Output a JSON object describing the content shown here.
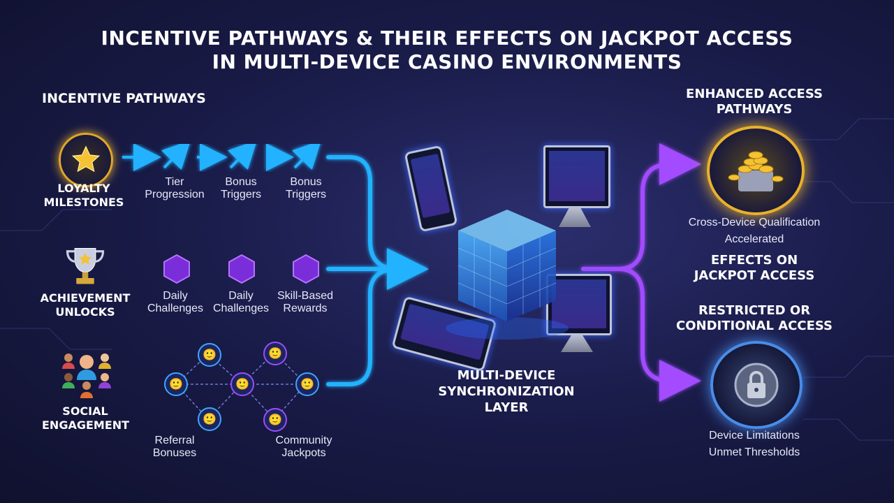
{
  "title": {
    "line1": "INCENTIVE PATHWAYS & THEIR EFFECTS ON JACKPOT ACCESS",
    "line2": "IN MULTI-DEVICE CASINO ENVIRONMENTS"
  },
  "left": {
    "section_title": "INCENTIVE PATHWAYS",
    "loyalty": {
      "line1": "LOYALTY",
      "line2": "MILESTONES",
      "steps": [
        {
          "line1": "Tier",
          "line2": "Progression"
        },
        {
          "line1": "Bonus",
          "line2": "Triggers"
        },
        {
          "line1": "Bonus",
          "line2": "Triggers"
        }
      ]
    },
    "achievement": {
      "line1": "ACHIEVEMENT",
      "line2": "UNLOCKS",
      "steps": [
        {
          "line1": "Daily",
          "line2": "Challenges"
        },
        {
          "line1": "Daily",
          "line2": "Challenges"
        },
        {
          "line1": "Skill-Based",
          "line2": "Rewards"
        }
      ]
    },
    "social": {
      "line1": "SOCIAL",
      "line2": "ENGAGEMENT",
      "steps": [
        {
          "line1": "Referral",
          "line2": "Bonuses"
        },
        {
          "line1": "Community",
          "line2": "Jackpots"
        }
      ]
    }
  },
  "center": {
    "line1": "MULTI-DEVICE",
    "line2": "SYNCHRONIZATION",
    "line3": "LAYER"
  },
  "right": {
    "enhanced": {
      "line1": "ENHANCED ACCESS",
      "line2": "PATHWAYS",
      "desc1": "Cross-Device Qualification",
      "desc2": "Accelerated"
    },
    "effects": {
      "line1": "EFFECTS ON",
      "line2": "JACKPOT ACCESS"
    },
    "restricted": {
      "line1": "RESTRICTED OR",
      "line2": "CONDITIONAL ACCESS",
      "desc1": "Device Limitations",
      "desc2": "Unmet Thresholds"
    }
  },
  "colors": {
    "blue": "#1fa2ff",
    "purple": "#9b3dff",
    "gold": "#f2b825",
    "background": "#1a1c4a"
  },
  "icons": [
    "star-medal-icon",
    "trophy-icon",
    "people-group-icon",
    "coins-icon",
    "vault-lock-icon",
    "phone-icon",
    "monitor-icon",
    "tablet-icon",
    "data-cube-icon"
  ]
}
